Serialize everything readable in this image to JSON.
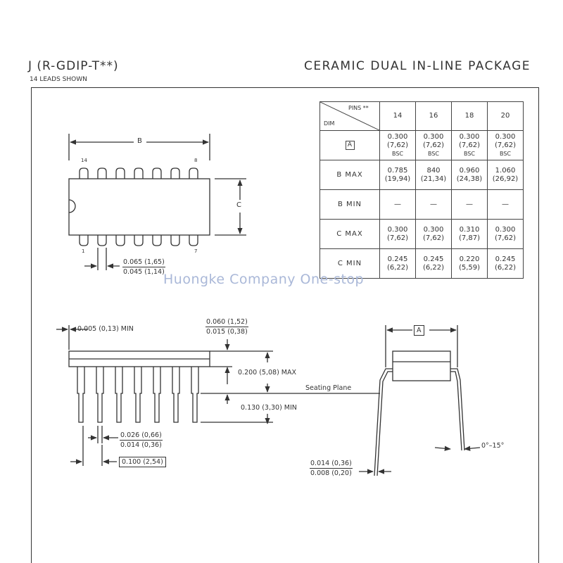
{
  "header": {
    "package_code": "J (R-GDIP-T**)",
    "leads_note": "14 LEADS SHOWN",
    "package_name": "CERAMIC DUAL IN-LINE PACKAGE"
  },
  "dimension_table": {
    "corner_pins_label": "PINS **",
    "corner_dim_label": "DIM",
    "pin_counts": [
      "14",
      "16",
      "18",
      "20"
    ],
    "rows": [
      {
        "label": "A",
        "boxed": true,
        "cells": [
          [
            "0.300",
            "(7,62)",
            "BSC"
          ],
          [
            "0.300",
            "(7,62)",
            "BSC"
          ],
          [
            "0.300",
            "(7,62)",
            "BSC"
          ],
          [
            "0.300",
            "(7,62)",
            "BSC"
          ]
        ]
      },
      {
        "label": "B  MAX",
        "cells": [
          [
            "0.785",
            "(19,94)"
          ],
          [
            "840",
            "(21,34)"
          ],
          [
            "0.960",
            "(24,38)"
          ],
          [
            "1.060",
            "(26,92)"
          ]
        ]
      },
      {
        "label": "B  MIN",
        "cells": [
          [
            "—"
          ],
          [
            "—"
          ],
          [
            "—"
          ],
          [
            "—"
          ]
        ]
      },
      {
        "label": "C  MAX",
        "cells": [
          [
            "0.300",
            "(7,62)"
          ],
          [
            "0.300",
            "(7,62)"
          ],
          [
            "0.310",
            "(7,87)"
          ],
          [
            "0.300",
            "(7,62)"
          ]
        ]
      },
      {
        "label": "C  MIN",
        "cells": [
          [
            "0.245",
            "(6,22)"
          ],
          [
            "0.245",
            "(6,22)"
          ],
          [
            "0.220",
            "(5,59)"
          ],
          [
            "0.245",
            "(6,22)"
          ]
        ]
      }
    ]
  },
  "top_view": {
    "dim_b": "B",
    "dim_c": "C",
    "pin_14": "14",
    "pin_8": "8",
    "pin_1": "1",
    "pin_7": "7",
    "pad_width_top": "0.065 (1,65)",
    "pad_width_bottom": "0.045 (1,14)"
  },
  "side_view": {
    "standoff_min": "0.005 (0,13) MIN",
    "lid_thickness_top": "0.060 (1,52)",
    "lid_thickness_bottom": "0.015 (0,38)",
    "body_height_max": "0.200 (5,08) MAX",
    "seating_plane": "Seating Plane",
    "lead_length_min": "0.130 (3,30) MIN",
    "lead_width_top": "0.026 (0,66)",
    "lead_width_bottom": "0.014 (0,36)",
    "pitch": "0.100 (2,54)"
  },
  "end_view": {
    "dim_a": "A",
    "angle": "0°–15°",
    "lead_thickness_top": "0.014 (0,36)",
    "lead_thickness_bottom": "0.008 (0,20)"
  },
  "watermark": "Huongke  Company  One-stop",
  "colors": {
    "line": "#333333",
    "watermark": "#aab8d8"
  }
}
